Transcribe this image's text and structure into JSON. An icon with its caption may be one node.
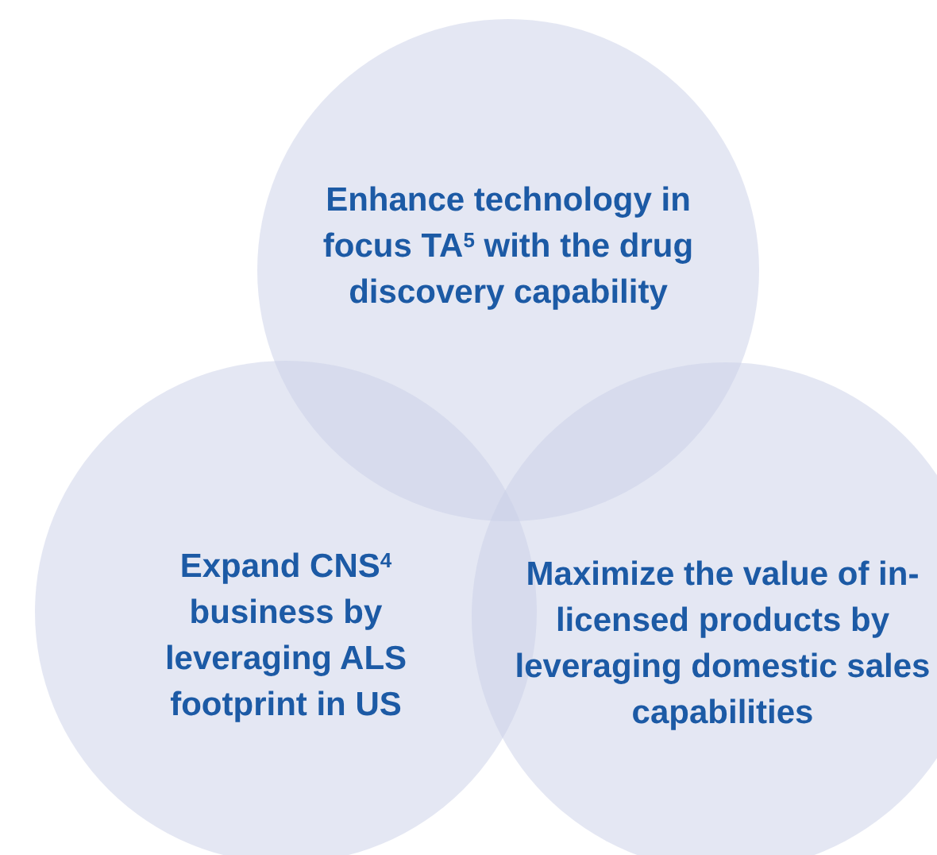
{
  "diagram": {
    "nodes": [
      {
        "text": [
          "Enhance technology in focus TA$^{5}$ with the drug discovery capability"
        ]
      },
      {
        "text": [
          "Expand CNS$^{4}$ business by leveraging ALS footprint in US"
        ]
      },
      {
        "text": [
          "Maximize the value of in-licensed products by leveraging domestic sales capabilities"
        ]
      }
    ]
  }
}
